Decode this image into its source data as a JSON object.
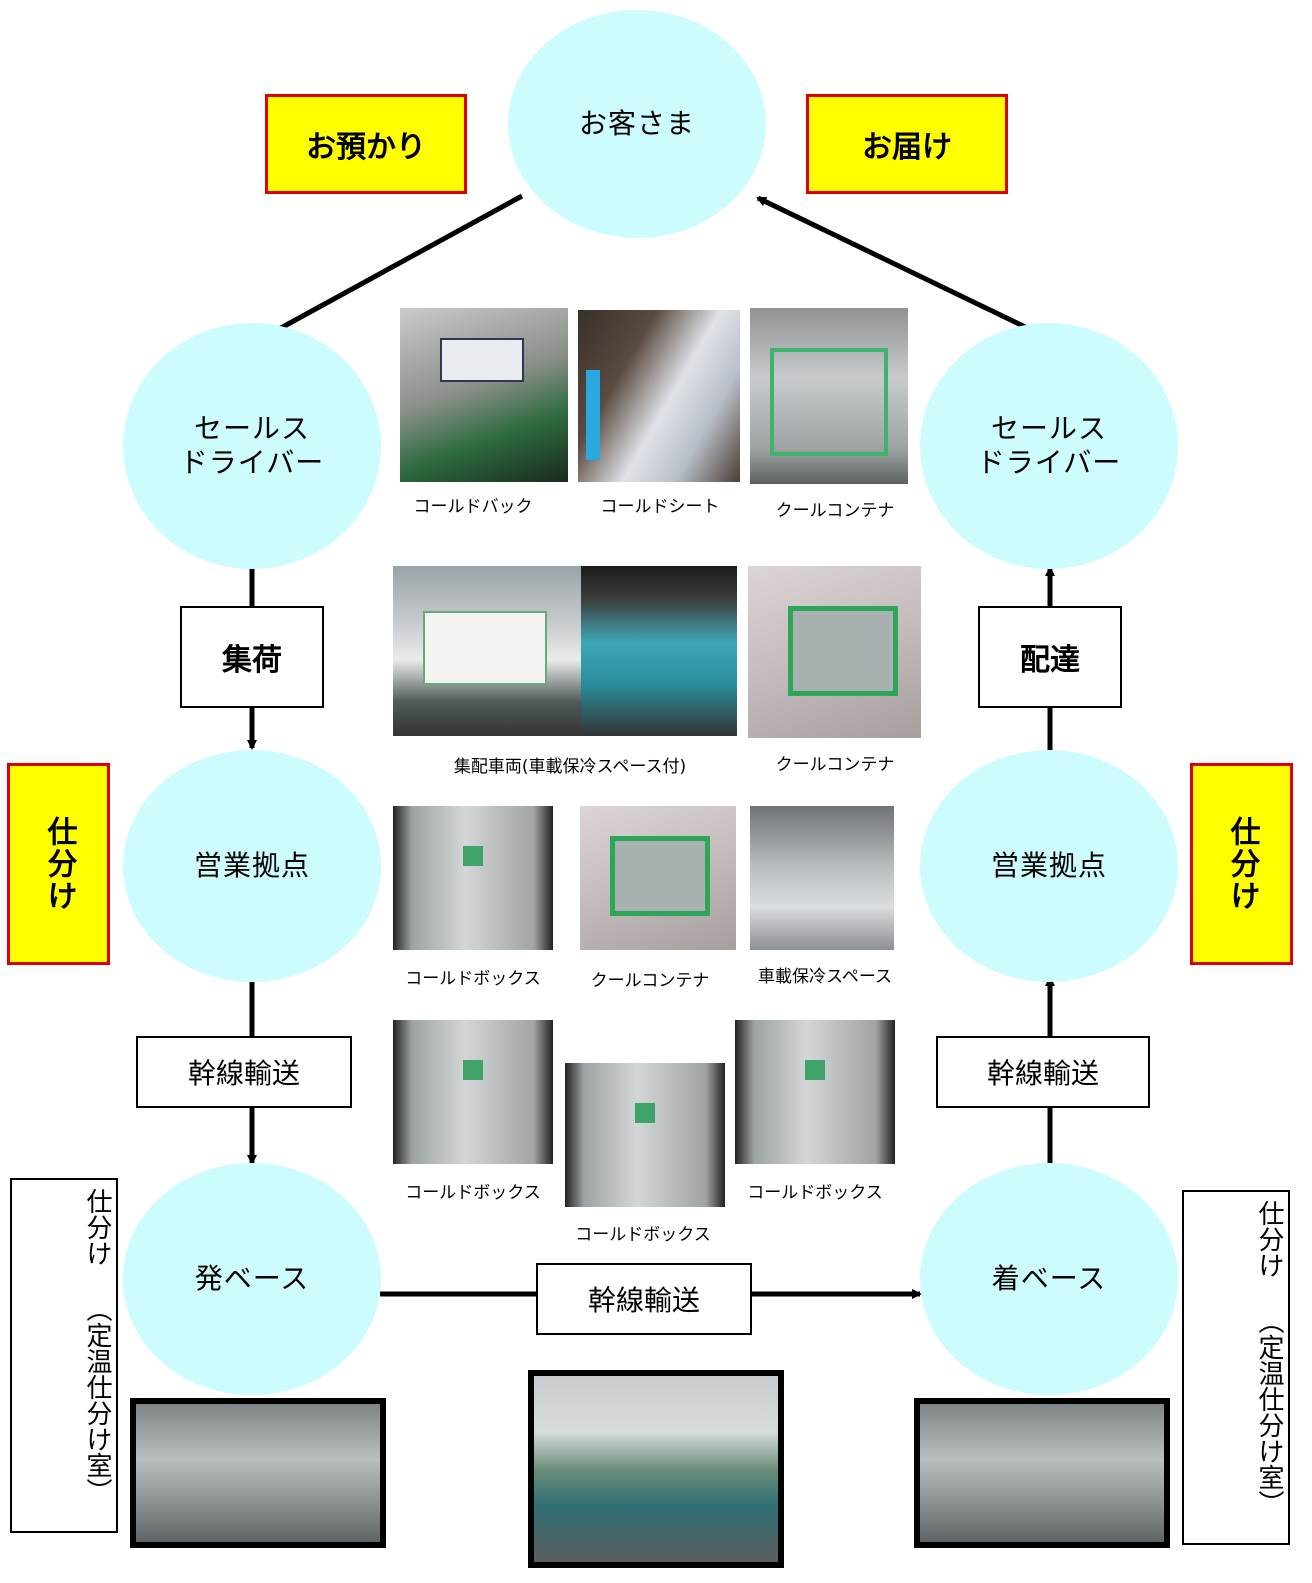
{
  "nodes": {
    "customer": "お客さま",
    "driver_left": "セールス\nドライバー",
    "driver_right": "セールス\nドライバー",
    "center_left": "営業拠点",
    "center_right": "営業拠点",
    "base_origin": "発ベース",
    "base_dest": "着ベース"
  },
  "tags": {
    "pickup": "お預かり",
    "delivery": "お届け",
    "sort_left": "仕分け",
    "sort_right": "仕分け"
  },
  "steps": {
    "collect": "集荷",
    "deliver": "配達",
    "trunk_left": "幹線輸送",
    "trunk_right": "幹線輸送",
    "trunk_bottom": "幹線輸送"
  },
  "side_labels": {
    "left": "仕分け\n（定温仕分け室）",
    "right": "仕分け\n（定温仕分け室）"
  },
  "captions": {
    "cold_bag": "コールドバック",
    "cold_sheet": "コールドシート",
    "cool_container_1": "クールコンテナ",
    "vehicle": "集配車両(車載保冷スペース付)",
    "cool_container_2": "クールコンテナ",
    "cold_box_1": "コールドボックス",
    "cool_container_3": "クールコンテナ",
    "onboard_space": "車載保冷スペース",
    "cold_box_2": "コールドボックス",
    "cold_box_3": "コールドボックス",
    "cold_box_4": "コールドボックス"
  },
  "colors": {
    "node_fill": "#ccfcfd",
    "tag_fill": "#ffff00",
    "tag_border": "#e00000"
  }
}
